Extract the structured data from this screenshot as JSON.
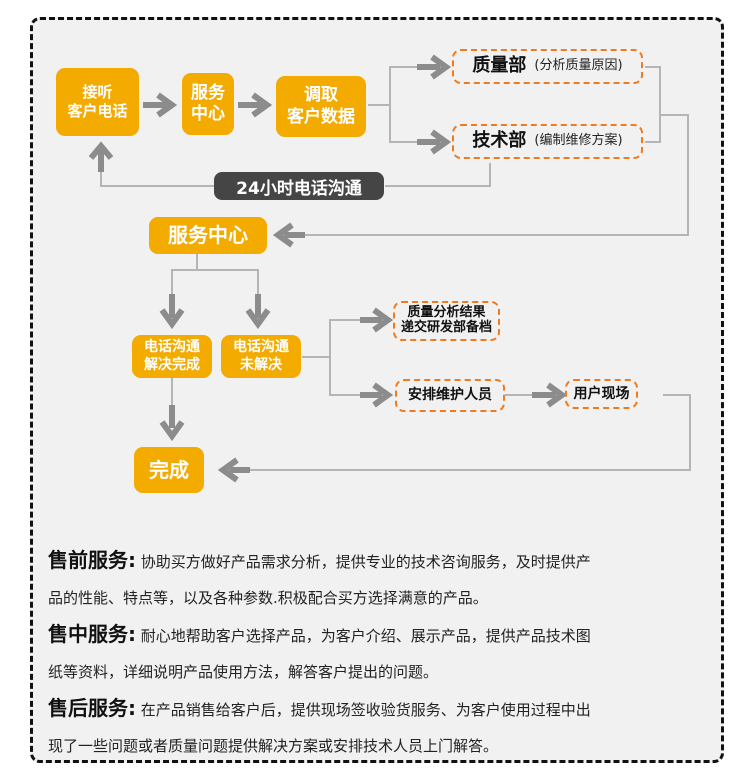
{
  "flowchart": {
    "nodes": {
      "answer_call": "接听\n客户电话",
      "service_center_1": "服务\n中心",
      "retrieve_data": "调取\n客户数据",
      "quality_dept": {
        "title": "质量部",
        "note": "(分析质量原因)"
      },
      "tech_dept": {
        "title": "技术部",
        "note": "(编制维修方案)"
      },
      "phone_24h": "24小时电话沟通",
      "service_center_2": "服务中心",
      "resolved": "电话沟通\n解决完成",
      "unresolved": "电话沟通\n未解决",
      "quality_result": "质量分析结果\n递交研发部备档",
      "arrange_staff": "安排维护人员",
      "user_site": "用户现场",
      "done": "完成"
    },
    "colors": {
      "primary_node": "#f3ab00",
      "dashed_border": "#f07a1e",
      "arrow": "#8c8c8c",
      "line": "#b5b5b5",
      "pill": "#454545",
      "background": "#f1f1f1"
    }
  },
  "services": [
    {
      "title": "售前服务:",
      "line1": "协助买方做好产品需求分析，提供专业的技术咨询服务，及时提供产",
      "line2": "品的性能、特点等，以及各种参数.积极配合买方选择满意的产品。"
    },
    {
      "title": "售中服务:",
      "line1": "耐心地帮助客户选择产品，为客户介绍、展示产品，提供产品技术图",
      "line2": "纸等资料，详细说明产品使用方法，解答客户提出的问题。"
    },
    {
      "title": "售后服务:",
      "line1": "在产品销售给客户后，提供现场签收验货服务、为客户使用过程中出",
      "line2": "现了一些问题或者质量问题提供解决方案或安排技术人员上门解答。"
    }
  ]
}
